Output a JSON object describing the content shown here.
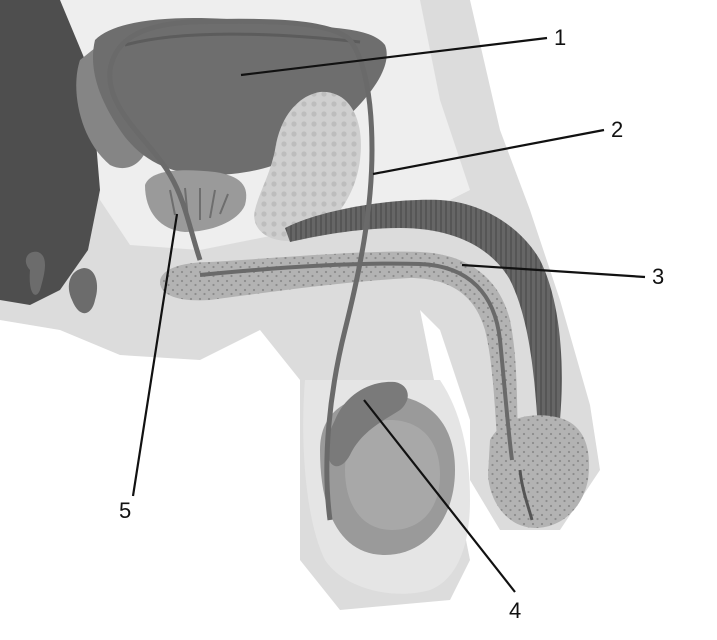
{
  "diagram": {
    "labels": [
      {
        "id": "label-1",
        "text": "1"
      },
      {
        "id": "label-2",
        "text": "2"
      },
      {
        "id": "label-3",
        "text": "3"
      },
      {
        "id": "label-4",
        "text": "4"
      },
      {
        "id": "label-5",
        "text": "5"
      }
    ]
  },
  "colors": {
    "background": "#ffffff",
    "outer_tissue": "#dcdcdc",
    "pale_tissue": "#eeeeee",
    "dark_tissue": "#555555",
    "mid_tissue": "#8a8a8a",
    "bladder": "#6e6e6e",
    "erectile_tissue": "#b5b5b5",
    "testis": "#9a9a9a",
    "leader_line": "#111111"
  }
}
